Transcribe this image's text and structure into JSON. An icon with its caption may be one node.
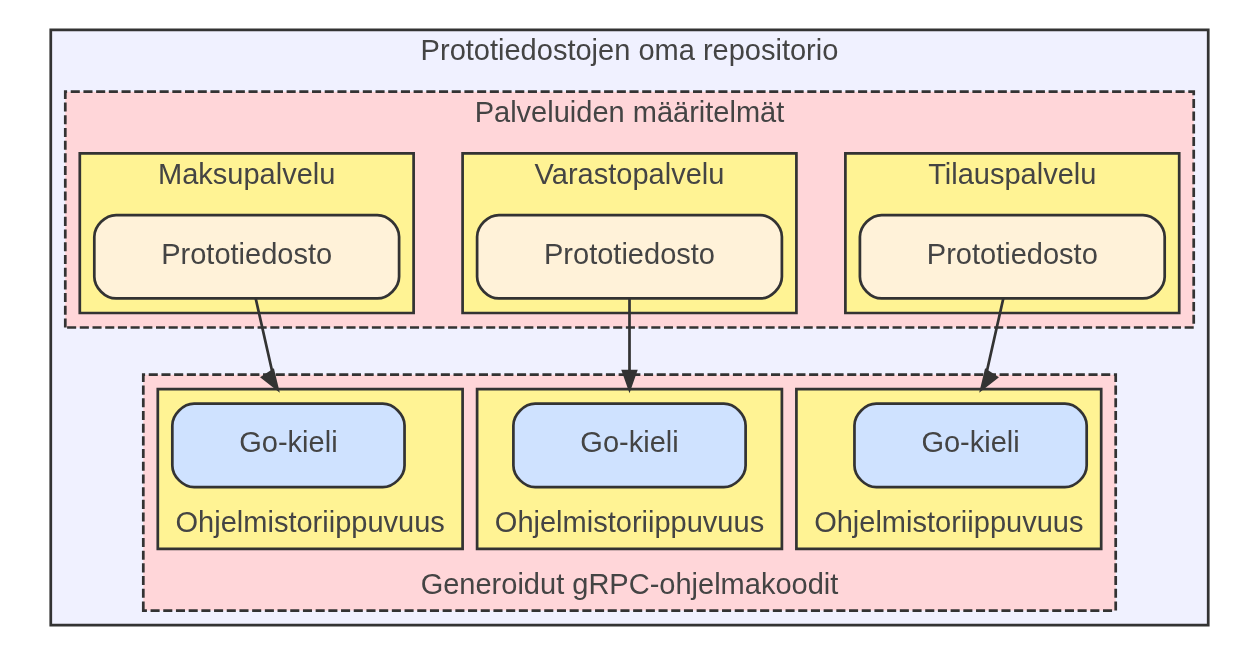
{
  "diagram": {
    "nodes": [
      {
        "text": [
          "Prototiedostojen oma repositorio"
        ]
      },
      {
        "text": [
          "Palveluiden määritelmät"
        ],
        "in": 0
      },
      {
        "text": [
          "Tilauspalvelu"
        ],
        "in": 1
      },
      {
        "text": [
          "Prototiedosto"
        ],
        "in": 2
      },
      {
        "text": [
          "Varastopalvelu"
        ],
        "in": 1
      },
      {
        "text": [
          "Prototiedosto"
        ],
        "in": 4
      },
      {
        "text": [
          "Maksupalvelu"
        ],
        "in": 1
      },
      {
        "text": [
          "Prototiedosto"
        ],
        "in": 6
      },
      {
        "text": [
          "Generoidut gRPC-ohjelmakoodit"
        ],
        "in": 0
      },
      {
        "text": [
          "Ohjelmistoriippuvuus"
        ],
        "in": 8
      },
      {
        "text": [
          "Go-kieli"
        ],
        "in": 9
      },
      {
        "text": [
          "Ohjelmistoriippuvuus"
        ],
        "in": 8
      },
      {
        "text": [
          "Go-kieli"
        ],
        "in": 11
      },
      {
        "text": [
          "Ohjelmistoriippuvuus"
        ],
        "in": 8
      },
      {
        "text": [
          "Go-kieli"
        ],
        "in": 13
      }
    ],
    "edges": [
      {
        "from": 3,
        "to": 9,
        "arrow": "to"
      },
      {
        "from": 5,
        "to": 11,
        "arrow": "to"
      },
      {
        "from": 7,
        "to": 13,
        "arrow": "to"
      }
    ]
  }
}
